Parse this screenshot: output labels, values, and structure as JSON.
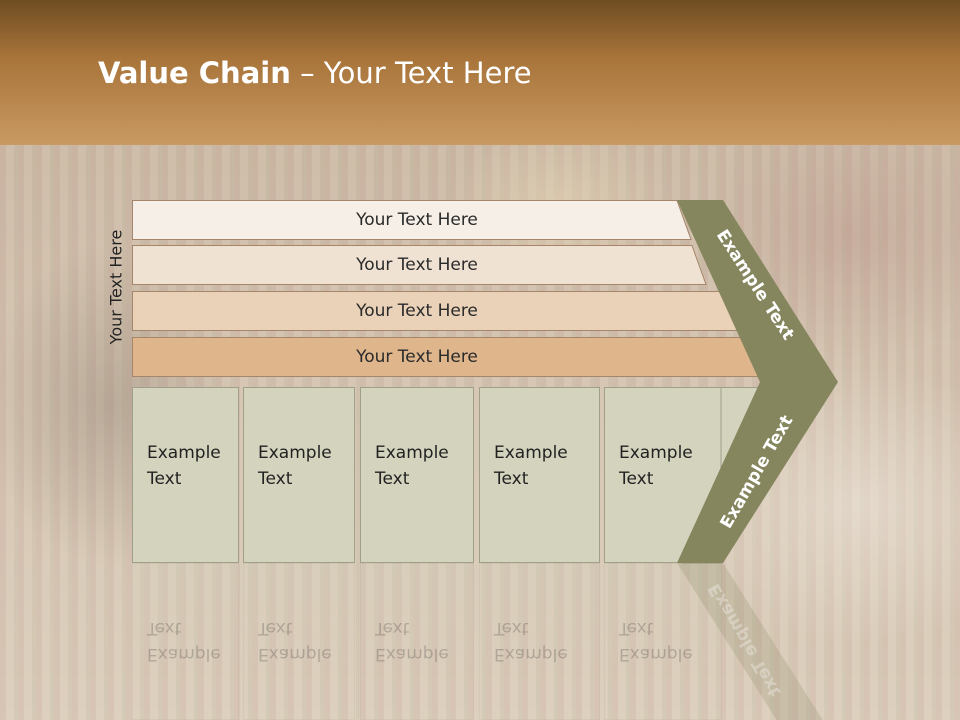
{
  "slide": {
    "title_bold": "Value Chain",
    "title_rest": " – Your Text Here",
    "side_label": "Your Text Here"
  },
  "rows": [
    {
      "label": "Your Text Here",
      "color": "#f5efe7"
    },
    {
      "label": "Your Text Here",
      "color": "#efe2d2"
    },
    {
      "label": "Your Text Here",
      "color": "#e9d2b8"
    },
    {
      "label": "Your Text Here",
      "color": "#dfb58c"
    }
  ],
  "boxes": [
    {
      "line1": "Example",
      "line2": "Text"
    },
    {
      "line1": "Example",
      "line2": "Text"
    },
    {
      "line1": "Example",
      "line2": "Text"
    },
    {
      "line1": "Example",
      "line2": "Text"
    },
    {
      "line1": "Example",
      "line2": "Text"
    }
  ],
  "chevron": {
    "upper_text": "Example Text",
    "lower_text": "Example Text",
    "color": "#85865e"
  },
  "colors": {
    "header_top": "#6e4d22",
    "header_bottom": "#c99a63",
    "box_fill": "#d4d3be",
    "row_border": "#a6866a"
  }
}
